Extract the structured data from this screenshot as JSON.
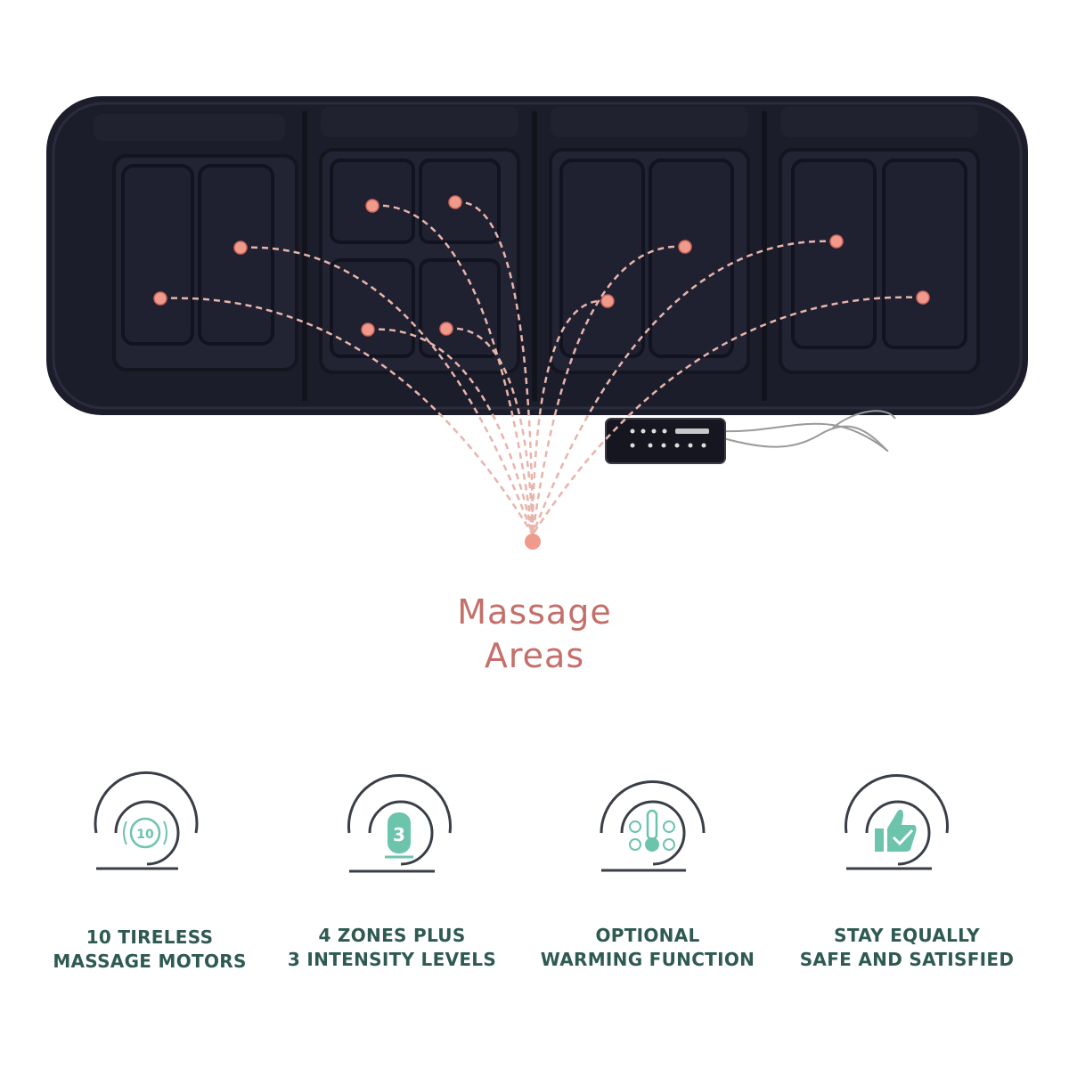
{
  "heading": {
    "line1": "Massage",
    "line2": "Areas"
  },
  "massage_points_count": 10,
  "features": [
    {
      "icon": "vibration-motor-10-icon",
      "line1": "10 TIRELESS",
      "line2": "MASSAGE MOTORS"
    },
    {
      "icon": "zones-intensity-3-icon",
      "line1": "4 ZONES PLUS",
      "line2": "3 INTENSITY LEVELS"
    },
    {
      "icon": "thermometer-heat-icon",
      "line1": "OPTIONAL",
      "line2": "WARMING FUNCTION"
    },
    {
      "icon": "thumbs-up-check-icon",
      "line1": "STAY EQUALLY",
      "line2": "SAFE AND SATISFIED"
    }
  ],
  "colors": {
    "accent_pink": "#c46f6a",
    "point_fill": "#f09a8c",
    "feature_text": "#2e5a52",
    "icon_teal": "#6cc4ad",
    "icon_arc": "#3a3f47",
    "mat": "#1c1d2b"
  }
}
